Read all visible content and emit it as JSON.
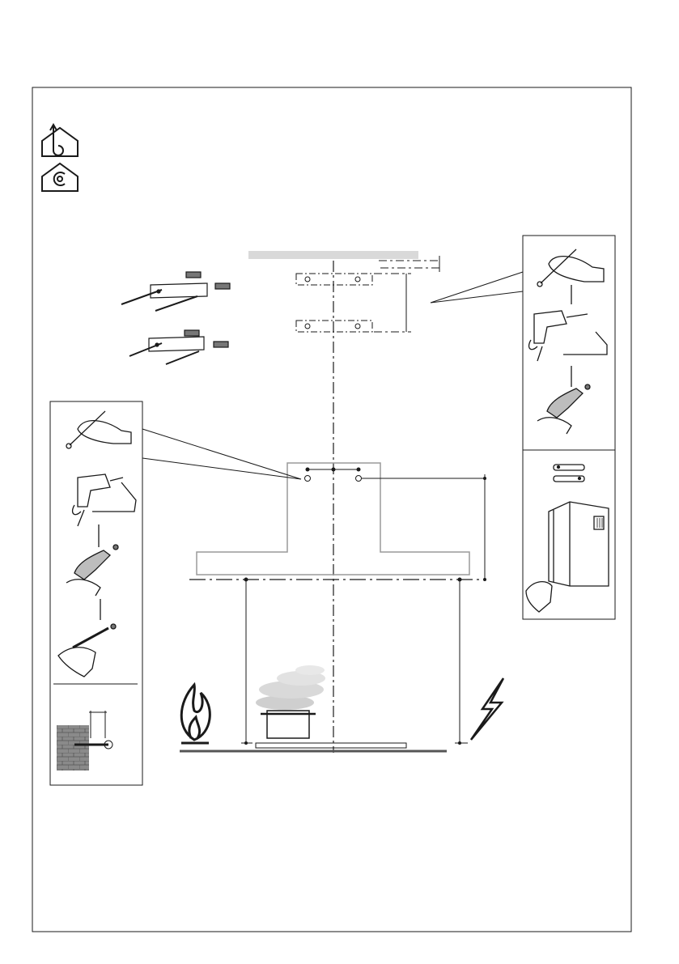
{
  "page": {
    "background": "#ffffff",
    "line_color": "#1a1a1a",
    "grey_fill": "#d9d9d9",
    "hood_outline": "#9a9a9a"
  },
  "icons": {
    "mode_icon_1": "ducted-extraction-house-icon",
    "mode_icon_2": "recirculation-house-icon",
    "hazard_fire": "flame-icon",
    "hazard_electric": "lightning-bolt-icon"
  },
  "steps_left": [
    "mark-pencil-step",
    "drill-step",
    "insert-wall-plug-step",
    "drive-screw-step",
    "wall-plug-detail"
  ],
  "steps_right": [
    "mark-pencil-step",
    "drill-step",
    "insert-wall-plug-step",
    "chimney-assembly-step"
  ]
}
